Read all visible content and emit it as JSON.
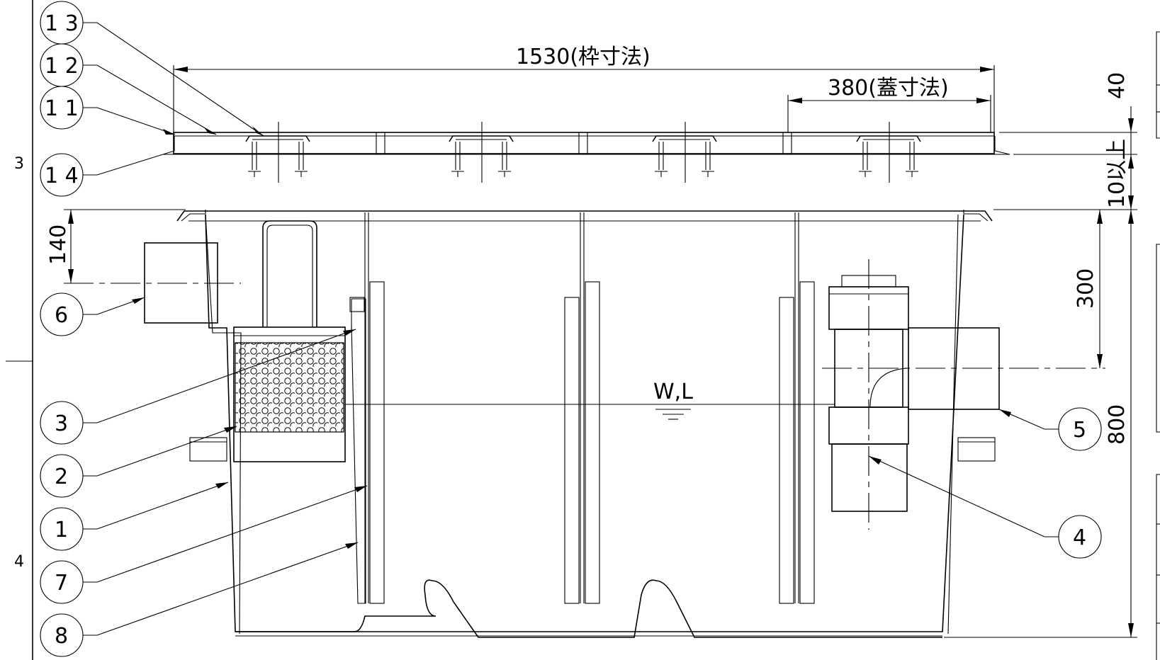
{
  "dimensions": {
    "frame_width": "1530(枠寸法)",
    "cover_width": "380(蓋寸法)",
    "lid_thickness": "40",
    "gap": "10以上",
    "inlet_depth": "140",
    "outlet_depth": "300",
    "total_height": "800"
  },
  "water_level_label": "W,L",
  "zone_markers": {
    "upper": "3",
    "lower": "4"
  },
  "balloons": [
    "1 3",
    "1 2",
    "1 1",
    "1 4",
    "6",
    "3",
    "2",
    "1",
    "7",
    "8",
    "5",
    "4"
  ]
}
